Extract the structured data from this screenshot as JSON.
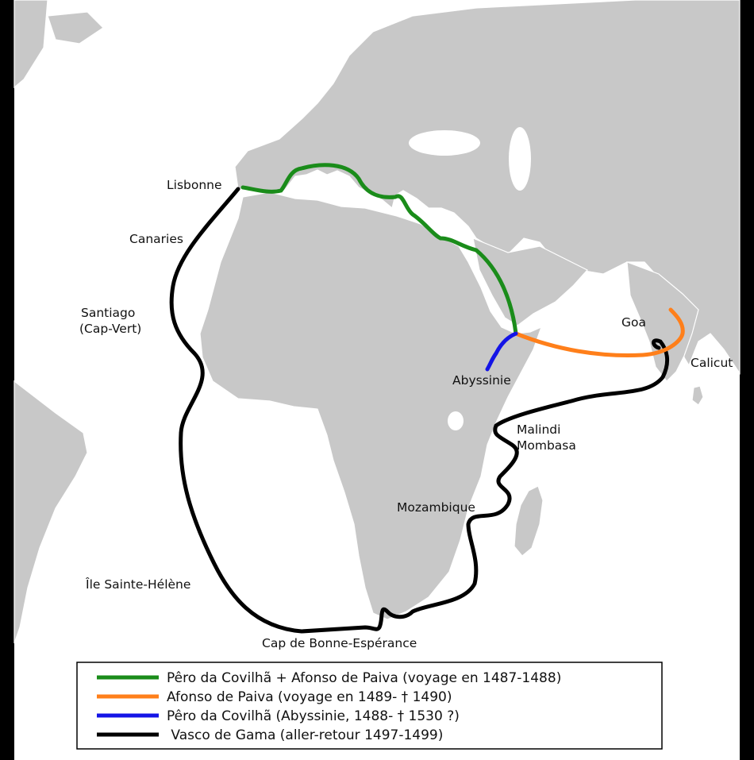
{
  "colors": {
    "ocean": "#ffffff",
    "land": "#c8c8c8",
    "border": "#ffffff",
    "frame": "#000000",
    "route_covilha_paiva": "#1a8c1a",
    "route_paiva": "#ff7f1a",
    "route_covilha_abyssinia": "#1414e6",
    "route_gama": "#000000"
  },
  "labels": {
    "lisbonne": "Lisbonne",
    "canaries": "Canaries",
    "santiago": "Santiago",
    "cap_vert": "(Cap-Vert)",
    "ile_sainte_helene": "Île Sainte-Hélène",
    "cap_bonne_esperance": "Cap de Bonne-Espérance",
    "mozambique": "Mozambique",
    "malindi": "Malindi",
    "mombasa": "Mombasa",
    "abyssinie": "Abyssinie",
    "goa": "Goa",
    "calicut": "Calicut"
  },
  "legend": {
    "items": [
      {
        "route": "covilha_paiva",
        "text": "Pêro da Covilhã + Afonso de Paiva (voyage en 1487-1488)"
      },
      {
        "route": "paiva",
        "text": "Afonso de Paiva (voyage en 1489-  † 1490)"
      },
      {
        "route": "covilha_abyssinia",
        "text": "Pêro da Covilhã (Abyssinie, 1488-  † 1530 ?)"
      },
      {
        "route": "gama",
        "text": " Vasco de Gama (aller-retour 1497-1499)"
      }
    ]
  }
}
